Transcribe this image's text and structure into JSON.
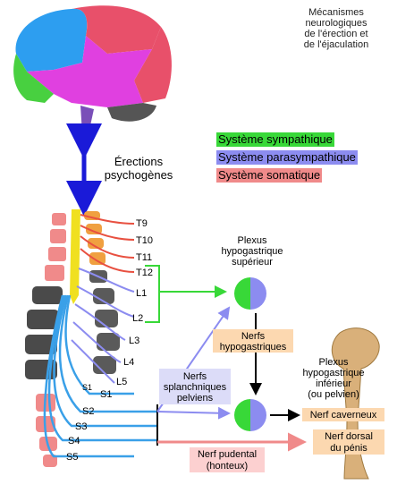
{
  "title": [
    "Mécanismes",
    "neurologiques",
    "de l'érection et",
    "de l'éjaculation"
  ],
  "legend": [
    {
      "label": "Système sympathique",
      "color": "#38d838"
    },
    {
      "label": "Système parasympathique",
      "color": "#8c8cf0"
    },
    {
      "label": "Système somatique",
      "color": "#f08a8a"
    }
  ],
  "arrow_label": [
    "Érections",
    "psychogènes"
  ],
  "vertebrae": [
    "T9",
    "T10",
    "T11",
    "T12",
    "L1",
    "L2",
    "L3",
    "L4",
    "L5",
    "S1",
    "S1",
    "S2",
    "S3",
    "S4",
    "S5"
  ],
  "plexus_sup": [
    "Plexus",
    "hypogastrique",
    "supérieur"
  ],
  "nerfs_hypo": [
    "Nerfs",
    "hypogastriques"
  ],
  "plexus_inf": [
    "Plexus",
    "hypogastrique",
    "inférieur",
    "(ou pelvien)"
  ],
  "nerfs_splanch": [
    "Nerfs",
    "splanchniques",
    "pelviens"
  ],
  "nerf_caverneux": "Nerf caverneux",
  "nerf_dorsal": [
    "Nerf dorsal",
    "du pénis"
  ],
  "nerf_pudental": [
    "Nerf pudental",
    "(honteux)"
  ],
  "colors": {
    "sympathetic": "#38d838",
    "parasympathetic": "#8c8cf0",
    "somatic": "#f08a8a",
    "arrow_blue": "#1a1ad8",
    "spinal_cord": "#f0e020",
    "nerve_blue": "#3aa0e8"
  }
}
